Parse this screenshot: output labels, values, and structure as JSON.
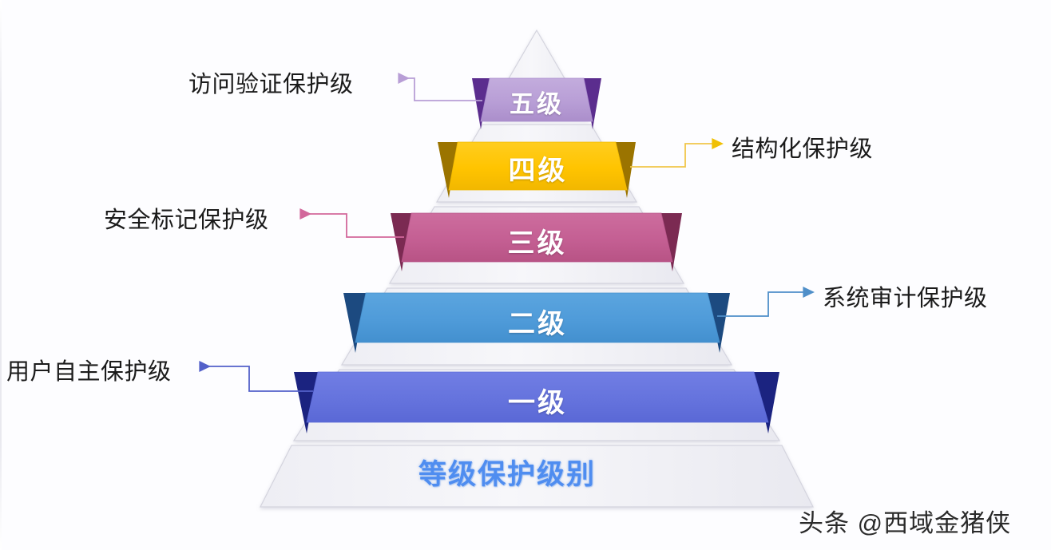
{
  "diagram": {
    "title_caption": "等级保护级别",
    "watermark": "头条 @西域金猪侠",
    "type": "pyramid",
    "tiers": [
      {
        "tier_number": 5,
        "band_label": "五级",
        "side_label": "访问验证保护级",
        "side": "left",
        "band_color": "#b89ed6",
        "band_color_dark": "#a586c9",
        "fold_color": "#5b2d8e",
        "connector_color": "#b89ed6"
      },
      {
        "tier_number": 4,
        "band_label": "四级",
        "side_label": "结构化保护级",
        "side": "right",
        "band_color": "#ffc400",
        "band_color_dark": "#eeb300",
        "fold_color": "#9b7400",
        "connector_color": "#f0c64a"
      },
      {
        "tier_number": 3,
        "band_label": "三级",
        "side_label": "安全标记保护级",
        "side": "left",
        "band_color": "#c45f93",
        "band_color_dark": "#b3517f",
        "fold_color": "#7b2a52",
        "connector_color": "#d2679b"
      },
      {
        "tier_number": 2,
        "band_label": "二级",
        "side_label": "系统审计保护级",
        "side": "right",
        "band_color": "#4f9bd9",
        "band_color_dark": "#3f89c8",
        "fold_color": "#1c4a80",
        "connector_color": "#4f8fc9"
      },
      {
        "tier_number": 1,
        "band_label": "一级",
        "side_label": "用户自主保护级",
        "side": "left",
        "band_color": "#6573dd",
        "band_color_dark": "#5561d3",
        "fold_color": "#1b2380",
        "connector_color": "#6573dd"
      }
    ],
    "pyramid_body_color": "#f2f2f7",
    "pyramid_body_edge": "#d8d8e2",
    "background_color": "#fdfdff"
  }
}
